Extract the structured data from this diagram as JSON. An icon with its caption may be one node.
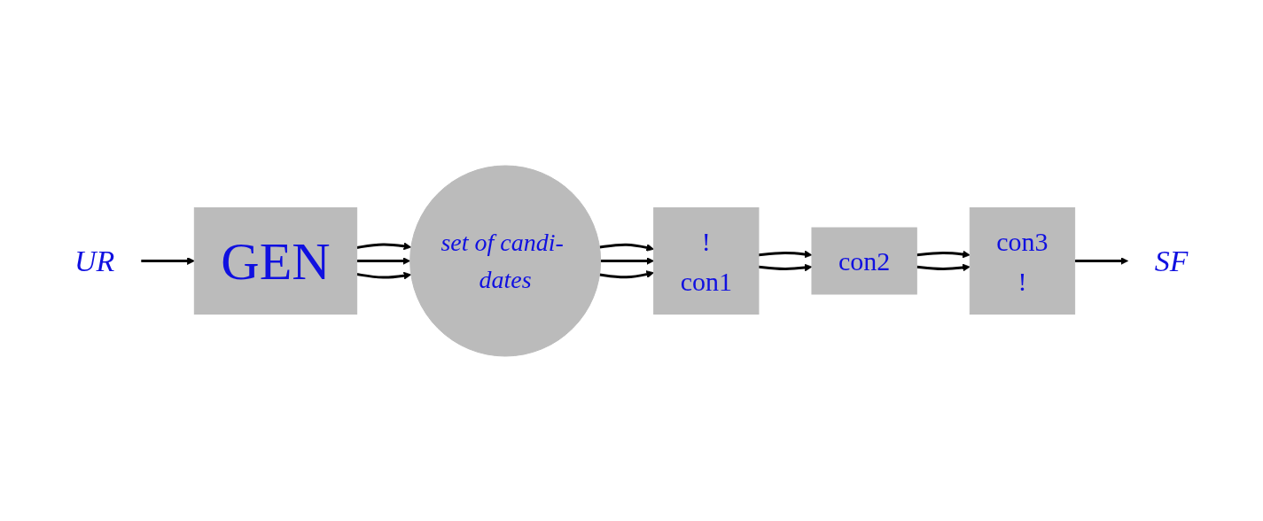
{
  "diagram": {
    "nodes": [
      {
        "text": [
          "UR"
        ]
      },
      {
        "text": [
          "GEN"
        ]
      },
      {
        "text": [
          "set of candi- dates"
        ]
      },
      {
        "text": [
          "!",
          "con1"
        ]
      },
      {
        "text": [
          "con2"
        ]
      },
      {
        "text": [
          "con3",
          "!"
        ]
      },
      {
        "text": [
          "SF"
        ]
      }
    ],
    "edges": [
      {
        "from": 0,
        "to": 1,
        "arrow": "to"
      },
      {
        "from": 1,
        "to": 2,
        "arrow": "to"
      },
      {
        "from": 1,
        "to": 2,
        "arrow": "to"
      },
      {
        "from": 1,
        "to": 2,
        "arrow": "to"
      },
      {
        "from": 2,
        "to": 3,
        "arrow": "to"
      },
      {
        "from": 2,
        "to": 3,
        "arrow": "to"
      },
      {
        "from": 2,
        "to": 3,
        "arrow": "to"
      },
      {
        "from": 3,
        "to": 4,
        "arrow": "to"
      },
      {
        "from": 3,
        "to": 4,
        "arrow": "to"
      },
      {
        "from": 4,
        "to": 5,
        "arrow": "to"
      },
      {
        "from": 4,
        "to": 5,
        "arrow": "to"
      },
      {
        "from": 5,
        "to": 6,
        "arrow": "to"
      }
    ]
  }
}
